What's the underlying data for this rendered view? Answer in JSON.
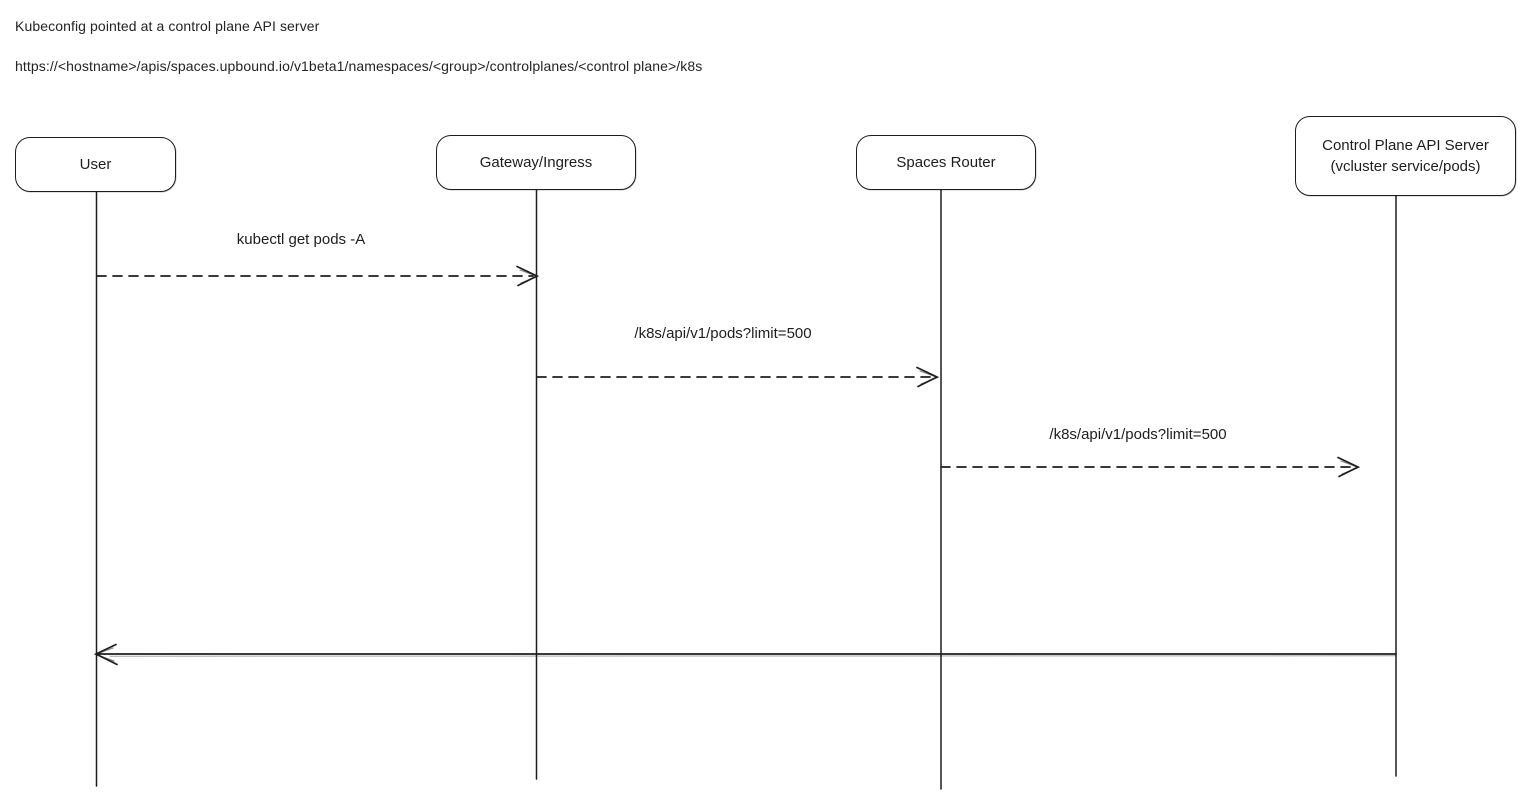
{
  "page": {
    "note_line1": "Kubeconfig pointed at a control plane API server",
    "note_line2": "https://<hostname>/apis/spaces.upbound.io/v1beta1/namespaces/<group>/controlplanes/<control plane>/k8s"
  },
  "diagram": {
    "type": "sequence",
    "colors": {
      "stroke": "#1e1e1e",
      "background": "#ffffff",
      "text": "#1e1e1e"
    },
    "actors": [
      {
        "id": "user",
        "label": "User"
      },
      {
        "id": "gateway-ingress",
        "label": "Gateway/Ingress"
      },
      {
        "id": "spaces-router",
        "label": "Spaces Router"
      },
      {
        "id": "control-plane-api-server",
        "label": "Control Plane API Server",
        "sublabel": "(vcluster service/pods)"
      }
    ],
    "messages": [
      {
        "from": "User",
        "to": "Gateway/Ingress",
        "label": "kubectl get pods -A",
        "line_style": "dashed",
        "direction": "right"
      },
      {
        "from": "Gateway/Ingress",
        "to": "Spaces Router",
        "label": "/k8s/api/v1/pods?limit=500",
        "line_style": "dashed",
        "direction": "right"
      },
      {
        "from": "Spaces Router",
        "to": "Control Plane API Server",
        "label": "/k8s/api/v1/pods?limit=500",
        "line_style": "dashed",
        "direction": "right"
      },
      {
        "from": "Control Plane API Server",
        "to": "User",
        "label": "",
        "line_style": "solid",
        "direction": "left"
      }
    ]
  }
}
